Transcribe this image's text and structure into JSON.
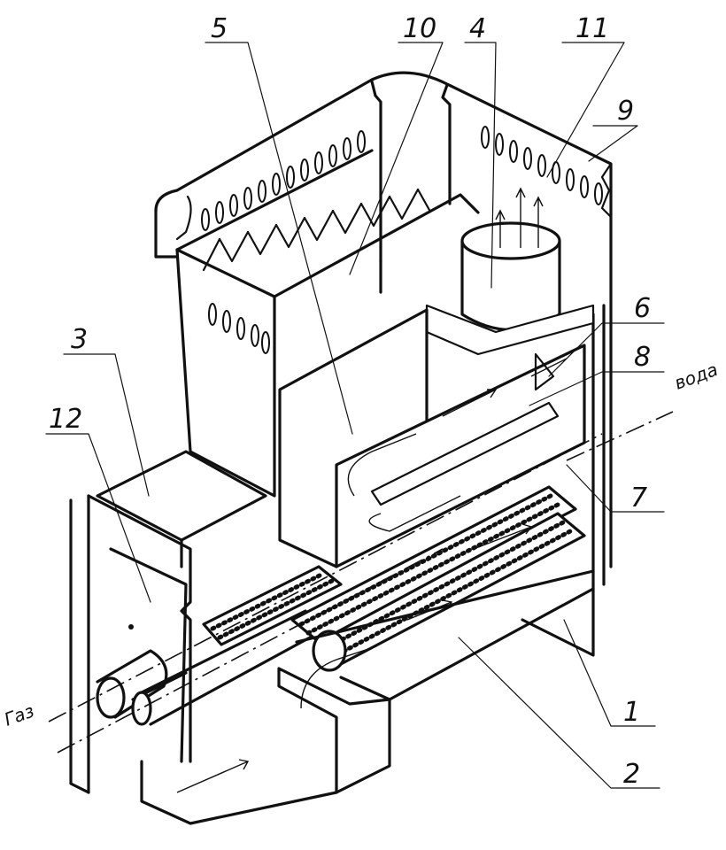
{
  "diagram": {
    "title": "",
    "callouts": [
      {
        "id": "5",
        "label": "5"
      },
      {
        "id": "10",
        "label": "10"
      },
      {
        "id": "4",
        "label": "4"
      },
      {
        "id": "11",
        "label": "11"
      },
      {
        "id": "9",
        "label": "9"
      },
      {
        "id": "3",
        "label": "3"
      },
      {
        "id": "12",
        "label": "12"
      },
      {
        "id": "6",
        "label": "6"
      },
      {
        "id": "8",
        "label": "8"
      },
      {
        "id": "7",
        "label": "7"
      },
      {
        "id": "1",
        "label": "1"
      },
      {
        "id": "2",
        "label": "2"
      }
    ],
    "annotations": {
      "water": "вода",
      "gas": "Газ"
    }
  }
}
